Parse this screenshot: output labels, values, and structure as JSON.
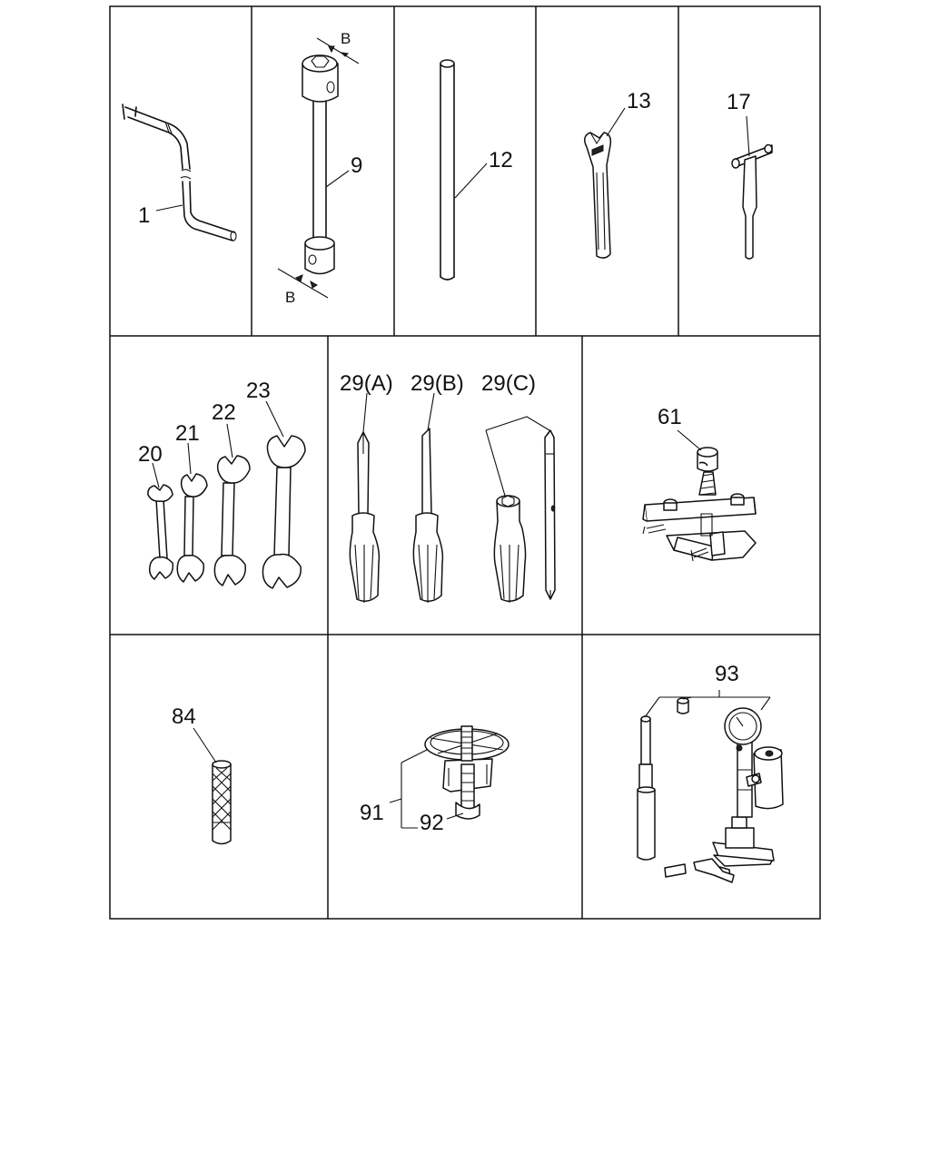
{
  "callouts": {
    "p1": "1",
    "p9": "9",
    "p9_dim_top": "B",
    "p9_dim_bottom": "B",
    "p12": "12",
    "p13": "13",
    "p17": "17",
    "p20": "20",
    "p21": "21",
    "p22": "22",
    "p23": "23",
    "p29a": "29(A)",
    "p29b": "29(B)",
    "p29c": "29(C)",
    "p61": "61",
    "p84": "84",
    "p91": "91",
    "p92": "92",
    "p93": "93"
  },
  "line_color": "#111111",
  "background": "#ffffff"
}
